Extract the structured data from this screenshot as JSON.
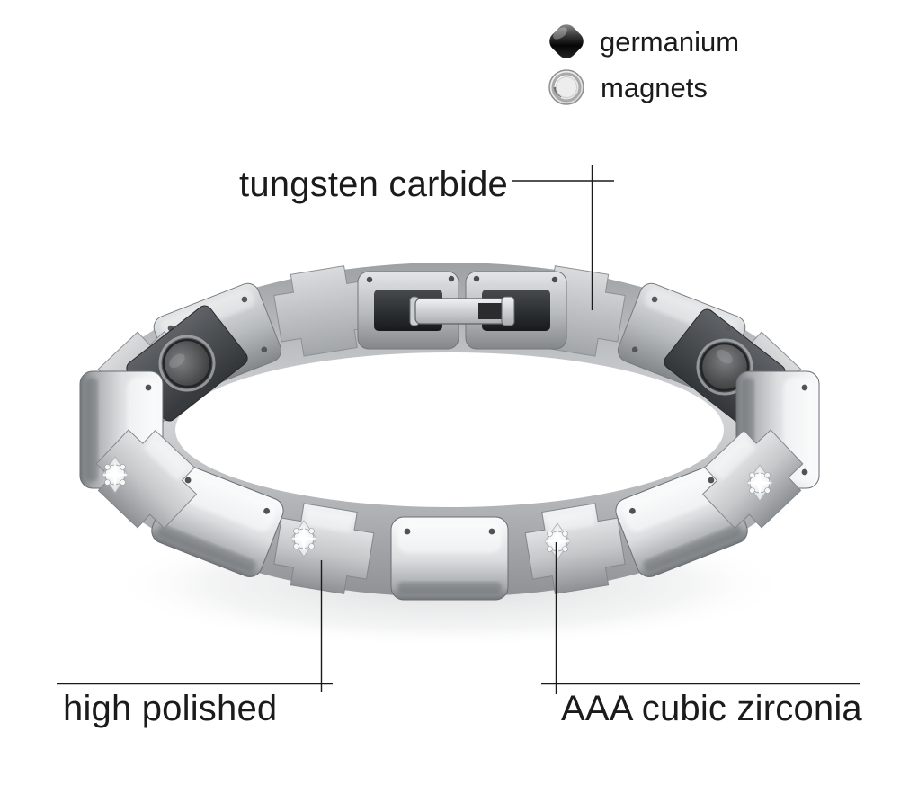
{
  "image": {
    "subject": "silver magnetic link bracelet, annotated product photo",
    "background": "#ffffff"
  },
  "legend": {
    "items": [
      {
        "label": "germanium",
        "icon": "germanium-bead-icon",
        "color": "#111111"
      },
      {
        "label": "magnets",
        "icon": "magnet-disc-icon",
        "color": "#e6e6e6"
      }
    ]
  },
  "callouts": {
    "tungsten_carbide": {
      "label": "tungsten carbide"
    },
    "high_polished": {
      "label": "high polished"
    },
    "aaa_cubic_zirconia": {
      "label": "AAA cubic zirconia"
    }
  },
  "colors": {
    "text": "#1b1b1b",
    "annotation_line": "#1a1a1a",
    "metal_highlight": "#fafbfc",
    "metal_mid": "#c6c8ca",
    "metal_shadow": "#74777b",
    "magnet_dark": "#3a3d3f"
  }
}
